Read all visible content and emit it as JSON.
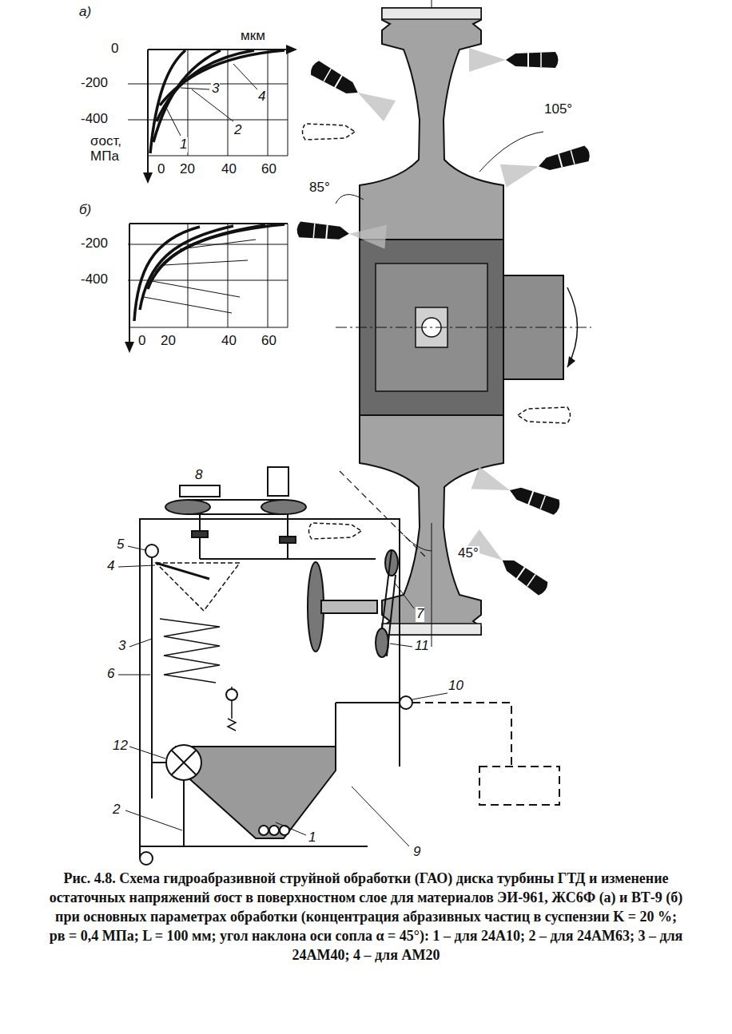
{
  "diagram": {
    "caption": "Рис. 4.8. Схема гидроабразивной струйной обработки (ГАО) диска турбины ГТД и изменение остаточных напряжений σост в поверхностном слое для материалов ЭИ-961, ЖС6Ф (а) и ВТ-9 (б) при основных параметрах обработки (концентрация абразивных частиц в суспензии K = 20 %; pв = 0,4 МПа; L = 100 мм; угол наклона оси сопла α = 45°): 1 – для 24А10; 2 – для 24АМ63; 3 – для 24АМ40; 4 – для АМ20",
    "labels": [
      "а)",
      "мкм",
      "0",
      "-200",
      "-400",
      "σост, МПа",
      "0",
      "20",
      "40",
      "60",
      "1",
      "2",
      "3",
      "4",
      "б)",
      "-200",
      "-400",
      "0",
      "20",
      "40",
      "60",
      "105°",
      "85°",
      "45°",
      "8",
      "5",
      "4",
      "3",
      "6",
      "7",
      "11",
      "10",
      "12",
      "2",
      "1",
      "9"
    ]
  }
}
